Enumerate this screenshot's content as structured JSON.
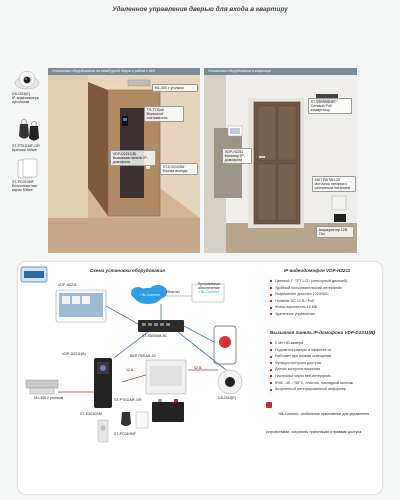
{
  "page": {
    "title": "Удаленное управление дверью для входа в квартиру"
  },
  "left_photo": {
    "banner": "Установка оборудования на тамбурной двери и рядом с ней",
    "labels": {
      "monitor": "VDP-D2211(B)",
      "monitor_desc": "Вызывная панель IP-домофона",
      "sensor": "TS-77 Бай",
      "sensor_desc": "Выносной считыватель",
      "lock": "М1-300 с уголком",
      "button": "ST-EX010SM",
      "button_desc": "Кнопка выхода"
    }
  },
  "right_photo": {
    "banner": "Установка оборудования в квартире",
    "labels": {
      "switch": "ST-S50SM8-8С",
      "switch_desc": "Сетевой PoE коммутатор",
      "monitor": "VDP-H2211",
      "monitor_desc": "Монитор IP-домофона",
      "psu": "ББП РАПАН-20",
      "psu_desc": "Источник питания с резервным питанием",
      "battery": "Аккумулятор 12В, 7Ач"
    }
  },
  "devices_left": [
    {
      "name": "DS-I203(E)",
      "desc": "IP-видеокамера купольная"
    },
    {
      "name": "ST-PT011MF-GR",
      "desc": "Брелоки Mifare"
    },
    {
      "name": "ST-PC010MF",
      "desc": "Бесконтактные карты Mifare"
    }
  ],
  "diagram": {
    "title": "Схема установки оборудования",
    "cloud_title": "Программное обеспечение",
    "cloud_name": "Hik-Connect",
    "ethernet": "Ethernet",
    "monitor": "VDP-H2211",
    "switch": "ST-S50SM8-8С",
    "panel": "VDP-D2211(B)",
    "psu": "ББП РАПАН-20",
    "lock": "М1-300 с уголком",
    "button": "ST-EX010SM",
    "fob": "ST-PT011MF-GR",
    "card": "ST-PC010MF",
    "battery_line1": "Аккумулятор",
    "battery_line2": "12 В, 7 Ач",
    "camera": "DS-I203(E)",
    "volt1": "12 В",
    "volt2": "12 В"
  },
  "monitor_features": {
    "title": "IP видеодомофон VDP-H2211",
    "items": [
      "Цветной 7\" TFT LCD (сенсорный дисплей)",
      "Удобный пользовательский интерфейс",
      "Разрешение дисплея 1024*600",
      "Питание DC 12 В / PoE",
      "Флеш-накопитель 16 МБ",
      "Удаленное управление"
    ]
  },
  "panel_features": {
    "title": "Вызывная панель IP-домофона VDP-D2211(B)",
    "items": [
      "2 Мп HD-камера",
      "Подсветка камеры и эффекта ос",
      "Работает при низком освещении",
      "Функция контроля доступа",
      "Датчик контроля вскрытия",
      "Настройка через веб-интерфейс",
      "IP65, -40...+55°С, пластик, накладной монтаж",
      "Встроенный интегрированный информер"
    ]
  },
  "footnote": "Hik-Connect - мобильное приложение для управления устройствами, сохранить трансляции и правами доступа",
  "colors": {
    "accent": "#c62828",
    "banner": "#7b8b95",
    "cloud": "#2e9ce6"
  }
}
